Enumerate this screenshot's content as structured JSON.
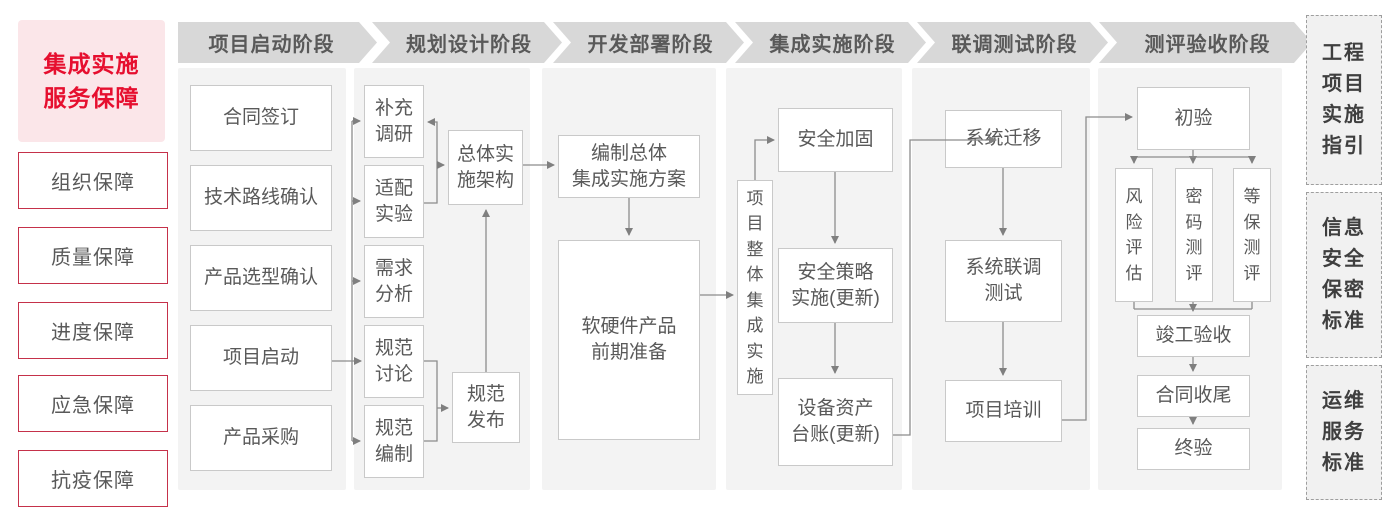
{
  "sidebar": {
    "title": "集成实施\n服务保障",
    "items": [
      "组织保障",
      "质量保障",
      "进度保障",
      "应急保障",
      "抗疫保障"
    ]
  },
  "columns": [
    {
      "header": "项目启动阶段",
      "boxes": [
        "合同签订",
        "技术路线确认",
        "产品选型确认",
        "项目启动",
        "产品采购"
      ]
    },
    {
      "header": "规划设计阶段",
      "boxes": [
        "补充\n调研",
        "适配\n实验",
        "需求\n分析",
        "规范\n讨论",
        "规范\n编制"
      ],
      "side_boxes": [
        "总体实\n施架构",
        "规范\n发布"
      ]
    },
    {
      "header": "开发部署阶段",
      "boxes": [
        "编制总体\n集成实施方案",
        "软硬件产品\n前期准备"
      ]
    },
    {
      "header": "集成实施阶段",
      "vertical_box": "项目整体集成实施",
      "boxes": [
        "安全加固",
        "安全策略\n实施(更新)",
        "设备资产\n台账(更新)"
      ]
    },
    {
      "header": "联调测试阶段",
      "boxes": [
        "系统迁移",
        "系统联调\n测试",
        "项目培训"
      ]
    },
    {
      "header": "测评验收阶段",
      "boxes": [
        "初验",
        "竣工验收",
        "合同收尾",
        "终验"
      ],
      "vertical_boxes": [
        "风险评估",
        "密码测评",
        "等保测评"
      ]
    }
  ],
  "right_panel": {
    "items": [
      "工程\n项目\n实施\n指引",
      "信息\n安全\n保密\n标准",
      "运维\n服务\n标准"
    ]
  },
  "colors": {
    "accent_red": "#e60f2f",
    "red_border": "#c5314a",
    "pink_bg": "#fbe6e9",
    "header_gray": "#d8d8d8",
    "panel_gray": "#f3f3f3",
    "line_gray": "#8c8c8c",
    "text_gray": "#595959"
  }
}
